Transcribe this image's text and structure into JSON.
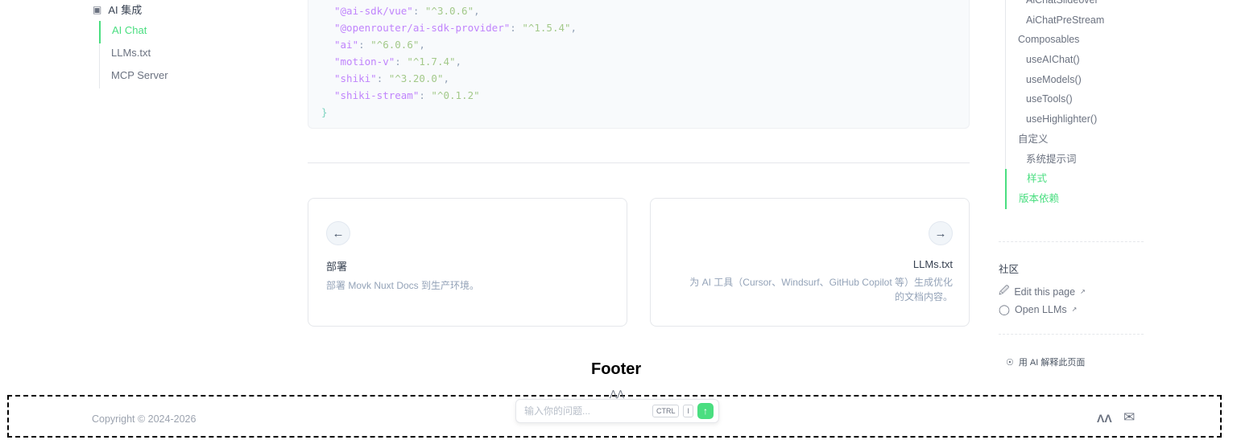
{
  "sidebar": {
    "section": "AI 集成",
    "items": [
      {
        "label": "AI Chat",
        "active": true
      },
      {
        "label": "LLMs.txt"
      },
      {
        "label": "MCP Server"
      }
    ]
  },
  "code": {
    "lines": [
      {
        "key": "\"@ai-sdk/vue\"",
        "value": "\"^3.0.6\""
      },
      {
        "key": "\"@openrouter/ai-sdk-provider\"",
        "value": "\"^1.5.4\""
      },
      {
        "key": "\"ai\"",
        "value": "\"^6.0.6\""
      },
      {
        "key": "\"motion-v\"",
        "value": "\"^1.7.4\""
      },
      {
        "key": "\"shiki\"",
        "value": "\"^3.20.0\""
      },
      {
        "key": "\"shiki-stream\"",
        "value": "\"^0.1.2\""
      }
    ],
    "closing": "}"
  },
  "pager": {
    "prev": {
      "title": "部署",
      "description": "部署 Movk Nuxt Docs 到生产环境。"
    },
    "next": {
      "title": "LLMs.txt",
      "description": "为 AI 工具（Cursor、Windsurf、GitHub Copilot 等）生成优化的文档内容。"
    }
  },
  "toc": {
    "items": [
      {
        "label": "AiChatSlideover",
        "sub": true
      },
      {
        "label": "AiChatPreStream",
        "sub": true
      },
      {
        "label": "Composables"
      },
      {
        "label": "useAIChat()",
        "sub": true
      },
      {
        "label": "useModels()",
        "sub": true
      },
      {
        "label": "useTools()",
        "sub": true
      },
      {
        "label": "useHighlighter()",
        "sub": true
      },
      {
        "label": "自定义"
      },
      {
        "label": "系统提示词",
        "sub": true
      },
      {
        "label": "样式",
        "sub": true,
        "active": true
      },
      {
        "label": "版本依赖",
        "active": true
      }
    ]
  },
  "community": {
    "title": "社区",
    "edit": "Edit this page",
    "llms": "Open LLMs",
    "explain": "用 AI 解释此页面"
  },
  "annotation": {
    "label": "Footer"
  },
  "footer": {
    "copyright": "Copyright © 2024-2026",
    "chat_placeholder": "输入你的问题...",
    "kbd_ctrl": "CTRL",
    "kbd_i": "I"
  },
  "colors": {
    "accent": "#4ade80"
  }
}
